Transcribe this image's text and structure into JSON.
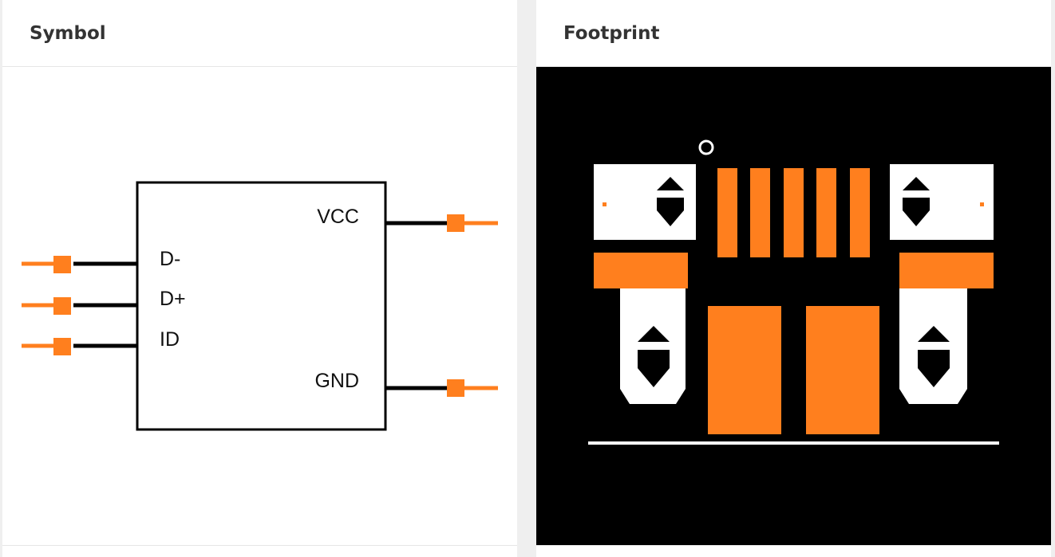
{
  "symbol_panel": {
    "title": "Symbol",
    "pins_left": [
      "D-",
      "D+",
      "ID"
    ],
    "pins_right": [
      "VCC",
      "GND"
    ]
  },
  "footprint_panel": {
    "title": "Footprint"
  },
  "colors": {
    "pin_orange": "#ff7f1e",
    "wire": "#000000",
    "footprint_bg": "#000000",
    "silkscreen": "#ffffff"
  }
}
